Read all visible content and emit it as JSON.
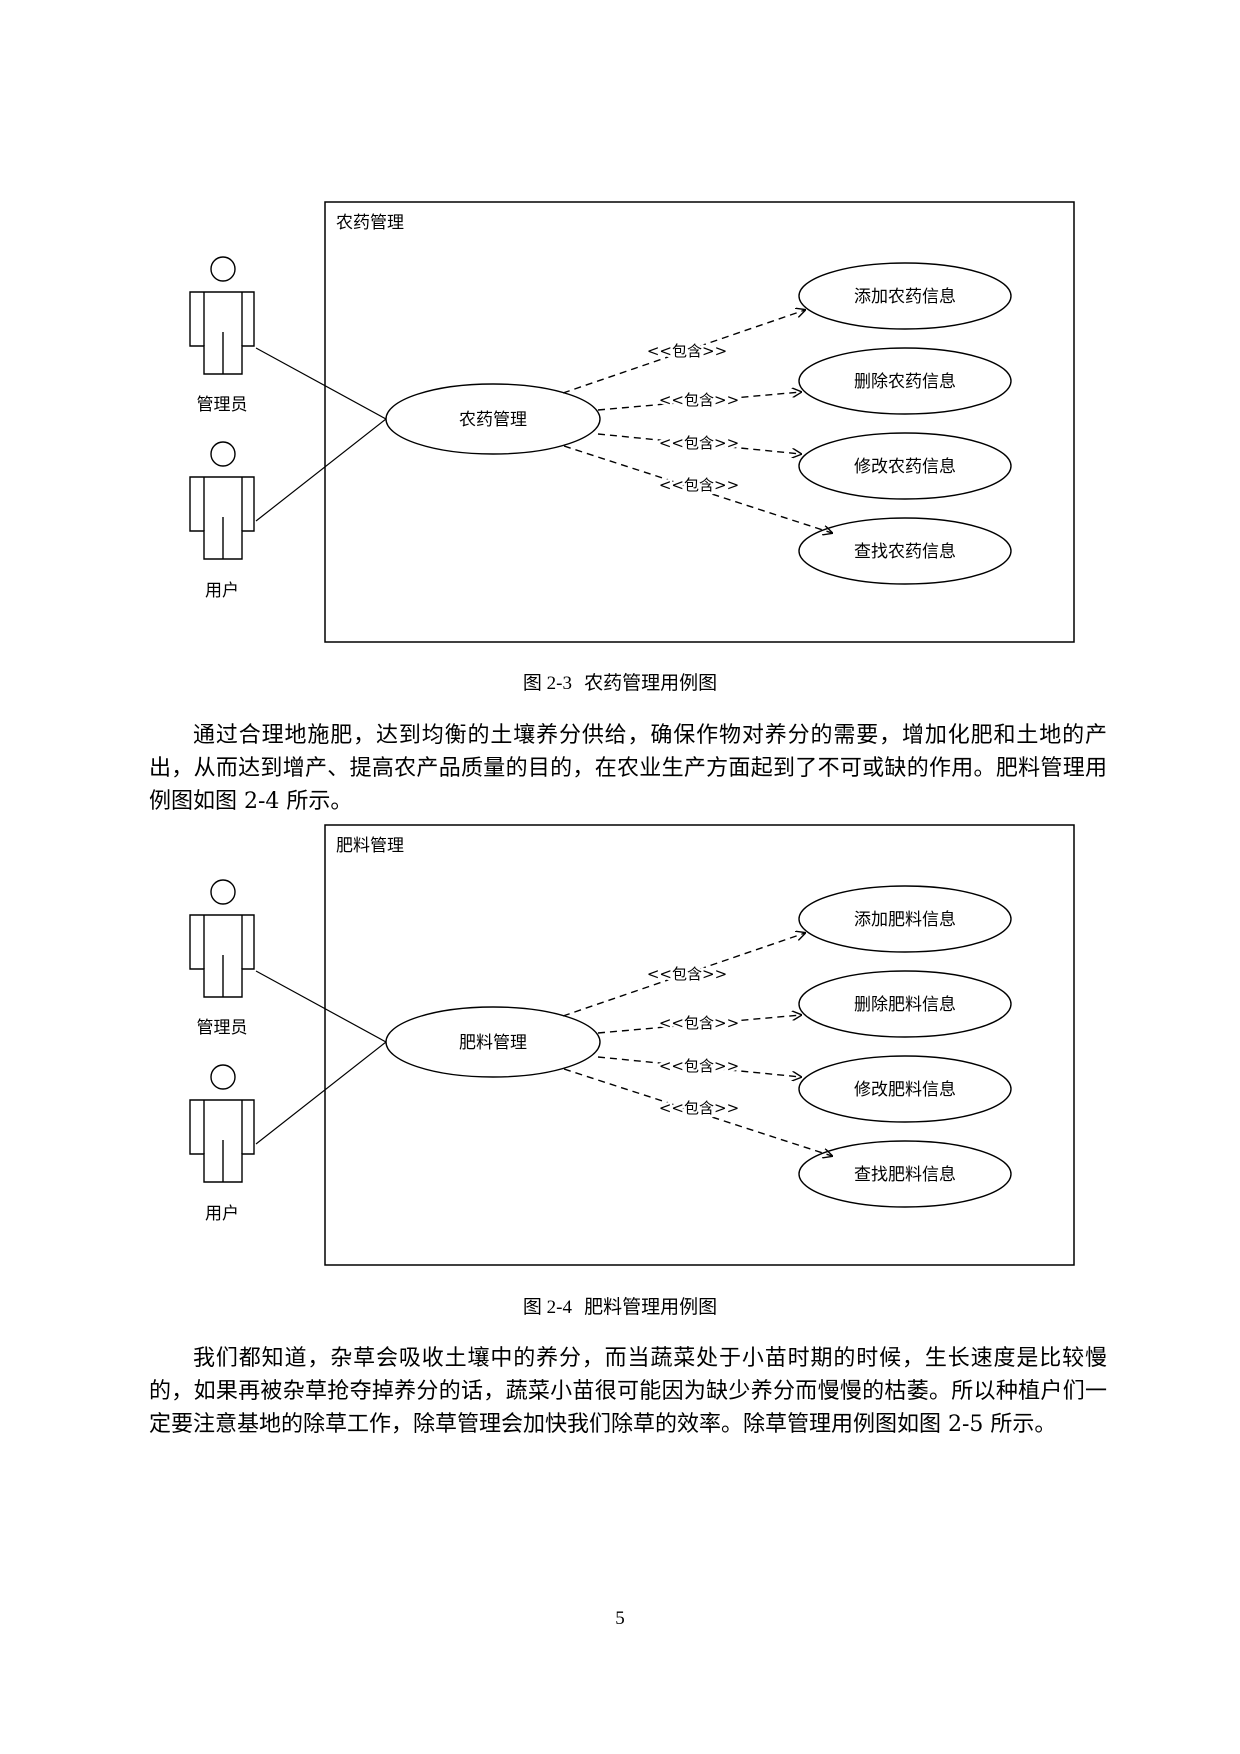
{
  "figures": [
    {
      "boundary_label": "农药管理",
      "actors": [
        "管理员",
        "用户"
      ],
      "main_use_case": "农药管理",
      "include_label": "<<包含>>",
      "sub_use_cases": [
        "添加农药信息",
        "删除农药信息",
        "修改农药信息",
        "查找农药信息"
      ],
      "caption_number": "图 2-3",
      "caption_title": "农药管理用例图"
    },
    {
      "boundary_label": "肥料管理",
      "actors": [
        "管理员",
        "用户"
      ],
      "main_use_case": "肥料管理",
      "include_label": "<<包含>>",
      "sub_use_cases": [
        "添加肥料信息",
        "删除肥料信息",
        "修改肥料信息",
        "查找肥料信息"
      ],
      "caption_number": "图 2-4",
      "caption_title": "肥料管理用例图"
    }
  ],
  "paragraphs": [
    "通过合理地施肥，达到均衡的土壤养分供给，确保作物对养分的需要，增加化肥和土地的产出，从而达到增产、提高农产品质量的目的，在农业生产方面起到了不可或缺的作用。肥料管理用例图如图 2-4 所示。",
    "我们都知道，杂草会吸收土壤中的养分，而当蔬菜处于小苗时期的时候，生长速度是比较慢的，如果再被杂草抢夺掉养分的话，蔬菜小苗很可能因为缺少养分而慢慢的枯萎。所以种植户们一定要注意基地的除草工作，除草管理会加快我们除草的效率。除草管理用例图如图 2-5 所示。"
  ],
  "page_number": "5"
}
